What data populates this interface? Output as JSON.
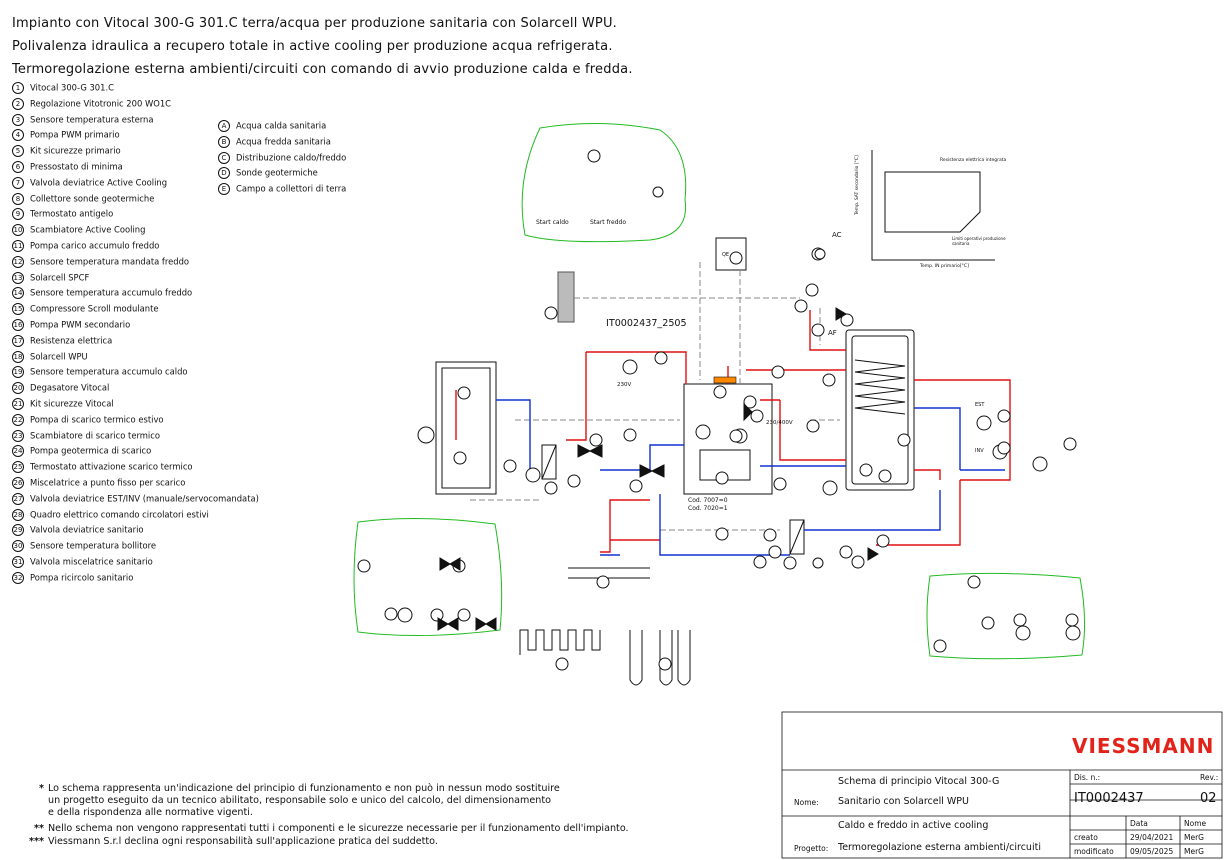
{
  "header": {
    "lines": [
      "Impianto con Vitocal 300-G 301.C terra/acqua per produzione sanitaria con Solarcell WPU.",
      "Polivalenza idraulica a recupero totale in active cooling per produzione acqua refrigerata.",
      "Termoregolazione esterna ambienti/circuiti con comando di avvio produzione calda e fredda."
    ]
  },
  "legend_numbers": [
    {
      "n": "1",
      "t": "Vitocal 300-G 301.C"
    },
    {
      "n": "2",
      "t": "Regolazione Vitotronic 200 WO1C"
    },
    {
      "n": "3",
      "t": "Sensore temperatura esterna"
    },
    {
      "n": "4",
      "t": "Pompa PWM primario"
    },
    {
      "n": "5",
      "t": "Kit sicurezze primario"
    },
    {
      "n": "6",
      "t": "Pressostato di minima"
    },
    {
      "n": "7",
      "t": "Valvola deviatrice Active Cooling"
    },
    {
      "n": "8",
      "t": "Collettore sonde geotermiche"
    },
    {
      "n": "9",
      "t": "Termostato antigelo"
    },
    {
      "n": "10",
      "t": "Scambiatore Active Cooling"
    },
    {
      "n": "11",
      "t": "Pompa carico accumulo freddo"
    },
    {
      "n": "12",
      "t": "Sensore temperatura mandata freddo"
    },
    {
      "n": "13",
      "t": "Solarcell SPCF"
    },
    {
      "n": "14",
      "t": "Sensore temperatura accumulo freddo"
    },
    {
      "n": "15",
      "t": "Compressore Scroll modulante"
    },
    {
      "n": "16",
      "t": "Pompa PWM secondario"
    },
    {
      "n": "17",
      "t": "Resistenza elettrica"
    },
    {
      "n": "18",
      "t": "Solarcell WPU"
    },
    {
      "n": "19",
      "t": "Sensore temperatura accumulo caldo"
    },
    {
      "n": "20",
      "t": "Degasatore Vitocal"
    },
    {
      "n": "21",
      "t": "Kit sicurezze Vitocal"
    },
    {
      "n": "22",
      "t": "Pompa di scarico termico estivo"
    },
    {
      "n": "23",
      "t": "Scambiatore di scarico termico"
    },
    {
      "n": "24",
      "t": "Pompa geotermica di scarico"
    },
    {
      "n": "25",
      "t": "Termostato attivazione scarico termico"
    },
    {
      "n": "26",
      "t": "Miscelatrice a punto fisso per scarico"
    },
    {
      "n": "27",
      "t": "Valvola deviatrice EST/INV (manuale/servocomandata)"
    },
    {
      "n": "28",
      "t": "Quadro elettrico comando circolatori estivi"
    },
    {
      "n": "29",
      "t": "Valvola deviatrice sanitario"
    },
    {
      "n": "30",
      "t": "Sensore temperatura bollitore"
    },
    {
      "n": "31",
      "t": "Valvola miscelatrice sanitario"
    },
    {
      "n": "32",
      "t": "Pompa ricircolo sanitario"
    }
  ],
  "legend_letters": [
    {
      "n": "A",
      "t": "Acqua calda sanitaria"
    },
    {
      "n": "B",
      "t": "Acqua fredda sanitaria"
    },
    {
      "n": "C",
      "t": "Distribuzione caldo/freddo"
    },
    {
      "n": "D",
      "t": "Sonde geotermiche"
    },
    {
      "n": "E",
      "t": "Campo a collettori di terra"
    }
  ],
  "notes": [
    {
      "mark": "*",
      "lines": [
        "Lo schema rappresenta un'indicazione del principio di funzionamento e non può in nessun modo sostituire",
        "un progetto eseguito da un tecnico abilitato, responsabile solo e unico del calcolo, del dimensionamento",
        "e della rispondenza alle normative vigenti."
      ]
    },
    {
      "mark": "**",
      "lines": [
        "Nello schema non vengono rappresentati tutti i componenti e le sicurezze necessarie per il funzionamento dell'impianto."
      ]
    },
    {
      "mark": "***",
      "lines": [
        "Viessmann S.r.l declina ogni responsabilità sull'applicazione pratica del suddetto."
      ]
    }
  ],
  "diagram_labels": {
    "code": "IT0002437_2505",
    "start_caldo": "Start caldo",
    "start_freddo": "Start freddo",
    "cod1": "Cod. 7007=0",
    "cod2": "Cod. 7020=1",
    "ac": "AC",
    "af": "AF",
    "est": "EST",
    "inv": "INV",
    "qe": "QE",
    "v230": "230V",
    "v230400": "230/400V",
    "chart_title": "Resistenza elettrica integrata",
    "chart_ylabel": "Temp. SAT secondario [°C]",
    "chart_xlabel": "Temp. IN primario[°C]",
    "chart_note": "Limiti operativi produzione sanitaria"
  },
  "titleblock": {
    "logo": "VIESSMANN",
    "nome_label": "Nome:",
    "progetto_label": "Progetto:",
    "nome_line1": "Schema di principio Vitocal 300-G",
    "nome_line2": "Sanitario con Solarcell WPU",
    "prog_line1": "Caldo e freddo in active cooling",
    "prog_line2": "Termoregolazione esterna ambienti/circuiti",
    "dis_label": "Dis. n.:",
    "rev_label": "Rev.:",
    "dis_value": "IT0002437",
    "rev_value": "02",
    "data_label": "Data",
    "nome_col_label": "Nome",
    "creato_label": "creato",
    "modificato_label": "modificato",
    "creato_date": "29/04/2021",
    "creato_name": "MerG",
    "mod_date": "09/05/2025",
    "mod_name": "MerG"
  },
  "colors": {
    "red": "#e01010",
    "blue": "#1030d0",
    "green": "#22bb22",
    "orange": "#ff8800",
    "grey": "#888888"
  }
}
